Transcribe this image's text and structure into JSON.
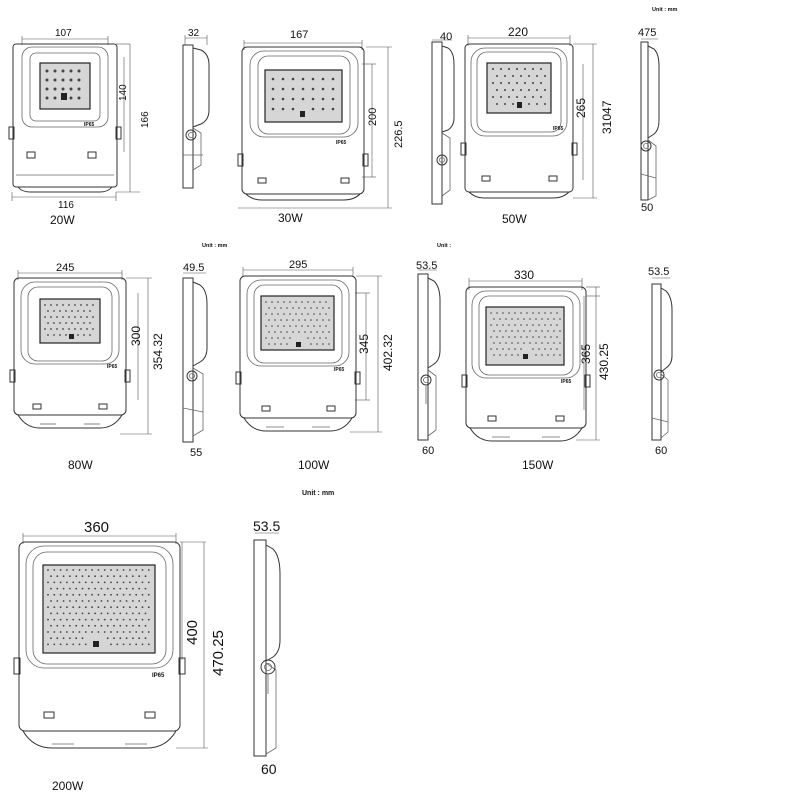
{
  "unit_note": "Unit : mm",
  "unit_note_short": "Unit :",
  "ip_label": "IP65",
  "models": [
    {
      "caption": "20W",
      "width": "107",
      "depth": "32",
      "height_led": "140",
      "height_total": "166",
      "base_width": "116"
    },
    {
      "caption": "30W",
      "width": "167",
      "height_led": "200",
      "height_total": "226.5"
    },
    {
      "caption": "50W",
      "width": "220",
      "depth": "40",
      "height_led": "265",
      "height_total": "31047",
      "side_top": "475",
      "side_bottom": "50"
    },
    {
      "caption": "80W",
      "width": "245",
      "depth": "49.5",
      "height_led": "300",
      "height_total": "354.32",
      "side_bottom": "55"
    },
    {
      "caption": "100W",
      "width": "295",
      "depth": "53.5",
      "height_led": "345",
      "height_total": "402.32",
      "side_bottom": "60"
    },
    {
      "caption": "150W",
      "width": "330",
      "depth": "53.5",
      "height_led": "365",
      "height_total": "430.25",
      "side_bottom": "60"
    },
    {
      "caption": "200W",
      "width": "360",
      "depth": "53.5",
      "height_led": "400",
      "height_total": "470.25",
      "side_bottom": "60"
    }
  ]
}
